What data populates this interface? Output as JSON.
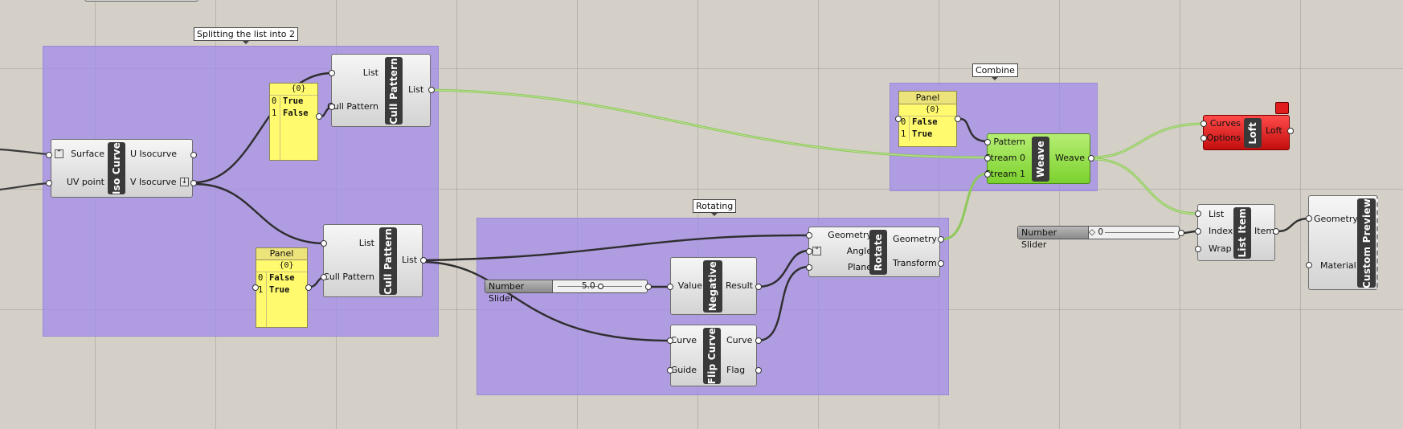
{
  "groups": {
    "split": "Splitting the list into 2",
    "rotating": "Rotating",
    "combine": "Combine"
  },
  "iso_curve": {
    "name": "Iso Curve",
    "inputs": [
      "Surface",
      "UV point"
    ],
    "outputs": [
      "U Isocurve",
      "V Isocurve"
    ]
  },
  "panel_true_false": {
    "path": "{0}",
    "rows": [
      {
        "i": "0",
        "v": "True"
      },
      {
        "i": "1",
        "v": "False"
      }
    ]
  },
  "panel_false_true": {
    "title": "Panel",
    "path": "{0}",
    "rows": [
      {
        "i": "0",
        "v": "False"
      },
      {
        "i": "1",
        "v": "True"
      }
    ]
  },
  "panel_combine": {
    "title": "Panel",
    "path": "{0}",
    "rows": [
      {
        "i": "0",
        "v": "False"
      },
      {
        "i": "1",
        "v": "True"
      }
    ]
  },
  "cull_pattern_top": {
    "name": "Cull Pattern",
    "inputs": [
      "List",
      "Cull Pattern"
    ],
    "outputs": [
      "List"
    ]
  },
  "cull_pattern_bottom": {
    "name": "Cull Pattern",
    "inputs": [
      "List",
      "Cull Pattern"
    ],
    "outputs": [
      "List"
    ]
  },
  "slider_angle": {
    "label": "Number Slider",
    "value": "5.0"
  },
  "slider_index": {
    "label": "Number Slider",
    "value": "◇ 0"
  },
  "negative": {
    "name": "Negative",
    "inputs": [
      "Value"
    ],
    "outputs": [
      "Result"
    ]
  },
  "flip_curve": {
    "name": "Flip Curve",
    "inputs": [
      "Curve",
      "Guide"
    ],
    "outputs": [
      "Curve",
      "Flag"
    ]
  },
  "rotate": {
    "name": "Rotate",
    "inputs": [
      "Geometry",
      "Angle",
      "Plane"
    ],
    "outputs": [
      "Geometry",
      "Transform"
    ]
  },
  "weave": {
    "name": "Weave",
    "inputs": [
      "Pattern",
      "Stream 0",
      "Stream 1"
    ],
    "outputs": [
      "Weave"
    ]
  },
  "loft": {
    "name": "Loft",
    "inputs": [
      "Curves",
      "Options"
    ],
    "outputs": [
      "Loft"
    ]
  },
  "list_item": {
    "name": "List Item",
    "inputs": [
      "List",
      "Index",
      "Wrap"
    ],
    "outputs": [
      "Item"
    ]
  },
  "custom_preview": {
    "name": "Custom Preview",
    "inputs": [
      "Geometry",
      "Material"
    ]
  },
  "colors": {
    "canvas": "#d4d0c8",
    "group": "#a48de8",
    "panel": "#fffa6e",
    "weave": "#8ad83a",
    "loft_error": "#e01c1c",
    "wire_dark": "#3a3a3a",
    "wire_selected": "#8fc85a"
  }
}
